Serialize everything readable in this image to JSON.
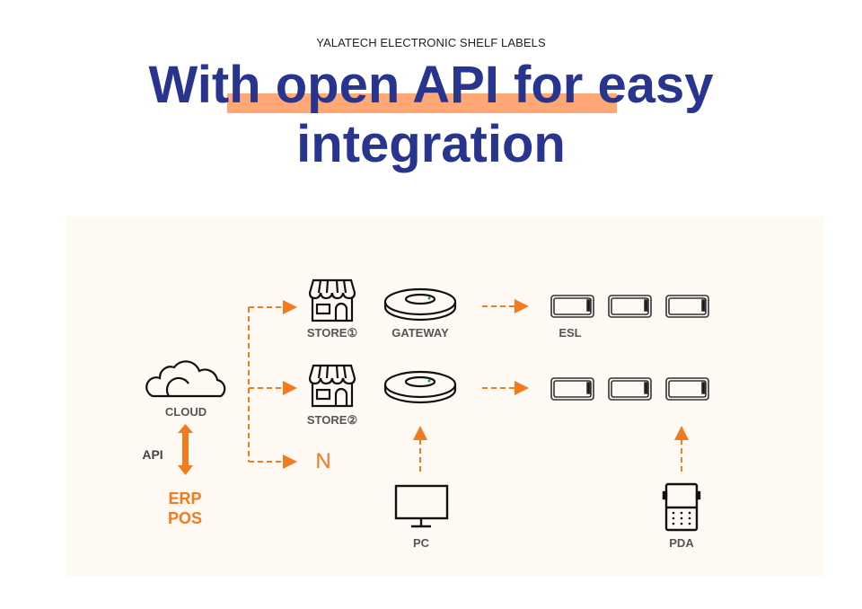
{
  "header": {
    "eyebrow": "YALATECH ELECTRONIC SHELF LABELS",
    "title_line1": "With open API for easy",
    "title_line2": "integration"
  },
  "diagram": {
    "cloud_label": "CLOUD",
    "api_label": "API",
    "erp_label": "ERP",
    "pos_label": "POS",
    "store1_label": "STORE①",
    "store2_label": "STORE②",
    "n_label": "N",
    "gateway_label": "GATEWAY",
    "esl_label": "ESL",
    "pc_label": "PC",
    "pda_label": "PDA",
    "colors": {
      "accent": "#f27a1f",
      "title": "#27358f",
      "highlight": "#ffa775",
      "panel": "#fef9f3"
    }
  }
}
